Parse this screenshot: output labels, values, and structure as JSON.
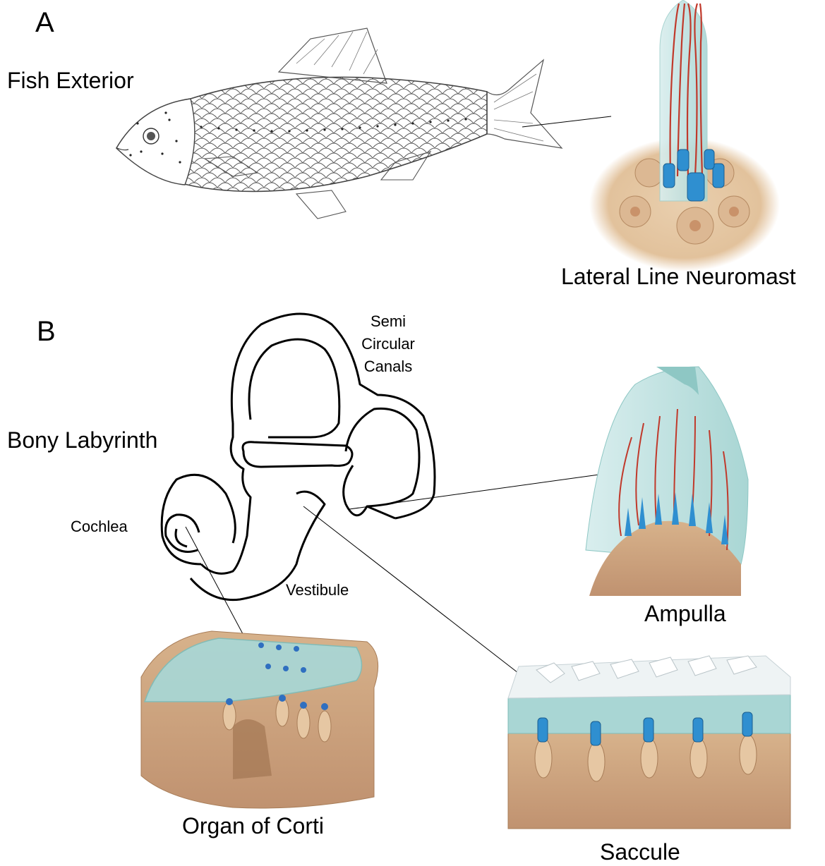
{
  "panel_a": {
    "letter": "A",
    "fish_label": "Fish Exterior",
    "neuromast_label": "Lateral Line Neuromast"
  },
  "panel_b": {
    "letter": "B",
    "labyrinth_label": "Bony Labyrinth",
    "canals_lines": [
      "Semi",
      "Circular",
      "Canals"
    ],
    "cochlea_label": "Cochlea",
    "vestibule_label": "Vestibule",
    "ampulla_label": "Ampulla",
    "corti_label": "Organ of Corti",
    "saccule_label": "Saccule"
  },
  "colors": {
    "hair_cell_blue": "#2f8fd0",
    "nerve_red": "#c0392b",
    "tissue_tan": "#dcb893",
    "cupula_teal": "#bfe3e0",
    "outline": "#000000"
  }
}
